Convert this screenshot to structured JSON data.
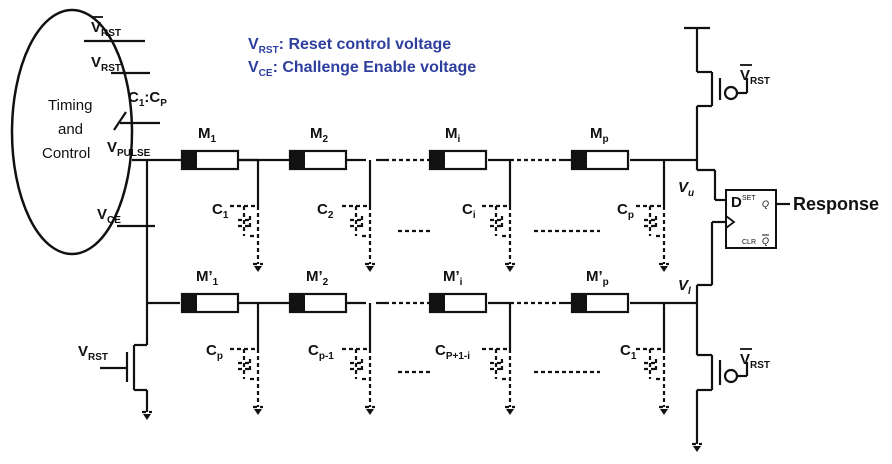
{
  "controller": {
    "title_line1": "Timing",
    "title_line2": "and",
    "title_line3": "Control",
    "signals": {
      "vrst_bar": {
        "main": "V",
        "sub": "RST"
      },
      "vrst": {
        "main": "V",
        "sub": "RST"
      },
      "c_bus": {
        "main": "C",
        "sub": "1",
        "rest": ":C",
        "sub2": "P"
      },
      "vpulse": {
        "main": "V",
        "sub": "PULSE"
      },
      "vce": {
        "main": "V",
        "sub": "CE"
      }
    }
  },
  "legend": {
    "line1": {
      "main": "V",
      "sub": "RST",
      "rest": ": Reset control voltage"
    },
    "line2": {
      "main": "V",
      "sub": "CE",
      "rest": ": Challenge Enable voltage"
    }
  },
  "top_row": {
    "memristors": [
      {
        "main": "M",
        "sub": "1"
      },
      {
        "main": "M",
        "sub": "2"
      },
      {
        "main": "M",
        "sub": "i"
      },
      {
        "main": "M",
        "sub": "p"
      }
    ],
    "capacitors": [
      {
        "main": "C",
        "sub": "1"
      },
      {
        "main": "C",
        "sub": "2"
      },
      {
        "main": "C",
        "sub": "i"
      },
      {
        "main": "C",
        "sub": "p"
      }
    ]
  },
  "bottom_row": {
    "memristors": [
      {
        "main": "M’",
        "sub": "1"
      },
      {
        "main": "M’",
        "sub": "2"
      },
      {
        "main": "M’",
        "sub": "i"
      },
      {
        "main": "M’",
        "sub": "p"
      }
    ],
    "capacitors": [
      {
        "main": "C",
        "sub": "p"
      },
      {
        "main": "C",
        "sub": "p-1"
      },
      {
        "main": "C",
        "sub": "P+1-i"
      },
      {
        "main": "C",
        "sub": "1"
      }
    ]
  },
  "nodes": {
    "vu": {
      "main": "V",
      "sub": "u"
    },
    "vl": {
      "main": "V",
      "sub": "l"
    }
  },
  "reset_transistor": {
    "main": "V",
    "sub": "RST"
  },
  "pmos_top": {
    "main": "V",
    "sub": "RST"
  },
  "pmos_bottom": {
    "main": "V",
    "sub": "RST"
  },
  "flipflop": {
    "d": "D",
    "set": "SET",
    "q": "Q",
    "clr": "CLR",
    "qbar": "Q"
  },
  "output": {
    "label": "Response"
  },
  "colors": {
    "legend": "#2f3f9e",
    "wire": "#111111"
  }
}
